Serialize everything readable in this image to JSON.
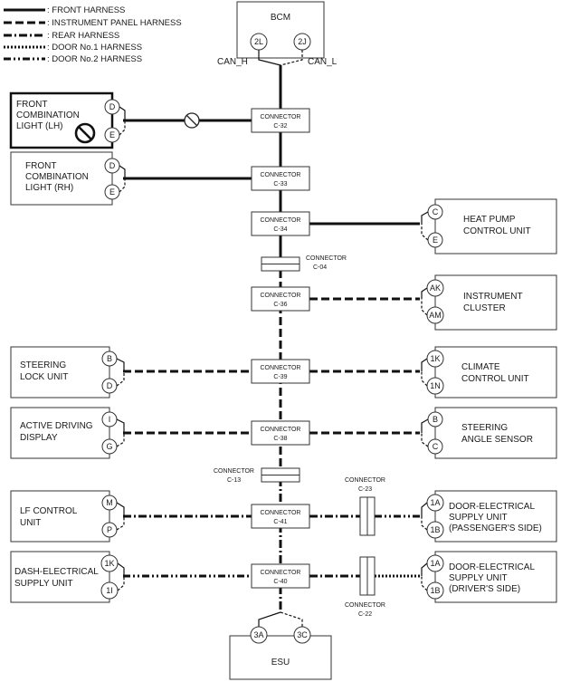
{
  "legend": [
    {
      "id": "front",
      "label": ": FRONT HARNESS"
    },
    {
      "id": "ip",
      "label": ": INSTRUMENT PANEL HARNESS"
    },
    {
      "id": "rear",
      "label": ": REAR HARNESS"
    },
    {
      "id": "door1",
      "label": ": DOOR No.1 HARNESS"
    },
    {
      "id": "door2",
      "label": ": DOOR No.2 HARNESS"
    }
  ],
  "bcm": {
    "label": "BCM",
    "pin_h": "2L",
    "pin_l": "2J",
    "can_h": "CAN_H",
    "can_l": "CAN_L"
  },
  "esu": {
    "label": "ESU",
    "pin_a": "3A",
    "pin_b": "3C"
  },
  "connector_word": "CONNECTOR",
  "connectors": {
    "c32": "C-32",
    "c33": "C-33",
    "c34": "C-34",
    "c04": "C-04",
    "c36": "C-36",
    "c39": "C-39",
    "c38": "C-38",
    "c13": "C-13",
    "c41": "C-41",
    "c40": "C-40",
    "c23": "C-23",
    "c22": "C-22"
  },
  "units": {
    "front_lh": {
      "lines": [
        "FRONT",
        "COMBINATION",
        "LIGHT (LH)"
      ],
      "pin1": "D",
      "pin2": "E"
    },
    "front_rh": {
      "lines": [
        "FRONT",
        "COMBINATION",
        "LIGHT (RH)"
      ],
      "pin1": "D",
      "pin2": "E"
    },
    "heat_pump": {
      "lines": [
        "HEAT PUMP",
        "CONTROL UNIT"
      ],
      "pin1": "C",
      "pin2": "E"
    },
    "instrument": {
      "lines": [
        "INSTRUMENT",
        "CLUSTER"
      ],
      "pin1": "AK",
      "pin2": "AM"
    },
    "steering_lock": {
      "lines": [
        "STEERING",
        "LOCK UNIT"
      ],
      "pin1": "B",
      "pin2": "D"
    },
    "climate": {
      "lines": [
        "CLIMATE",
        "CONTROL UNIT"
      ],
      "pin1": "1K",
      "pin2": "1N"
    },
    "active_display": {
      "lines": [
        "ACTIVE DRIVING",
        "DISPLAY"
      ],
      "pin1": "I",
      "pin2": "G"
    },
    "steering_angle": {
      "lines": [
        "STEERING",
        "ANGLE SENSOR"
      ],
      "pin1": "B",
      "pin2": "C"
    },
    "lf_control": {
      "lines": [
        "LF CONTROL",
        "UNIT"
      ],
      "pin1": "M",
      "pin2": "P"
    },
    "door_pass": {
      "lines": [
        "DOOR-ELECTRICAL",
        "SUPPLY UNIT",
        "(PASSENGER'S SIDE)"
      ],
      "pin1": "1A",
      "pin2": "1B"
    },
    "dash_supply": {
      "lines": [
        "DASH-ELECTRICAL",
        "SUPPLY UNIT"
      ],
      "pin1": "1K",
      "pin2": "1I"
    },
    "door_driver": {
      "lines": [
        "DOOR-ELECTRICAL",
        "SUPPLY UNIT",
        "(DRIVER'S SIDE)"
      ],
      "pin1": "1A",
      "pin2": "1B"
    }
  }
}
